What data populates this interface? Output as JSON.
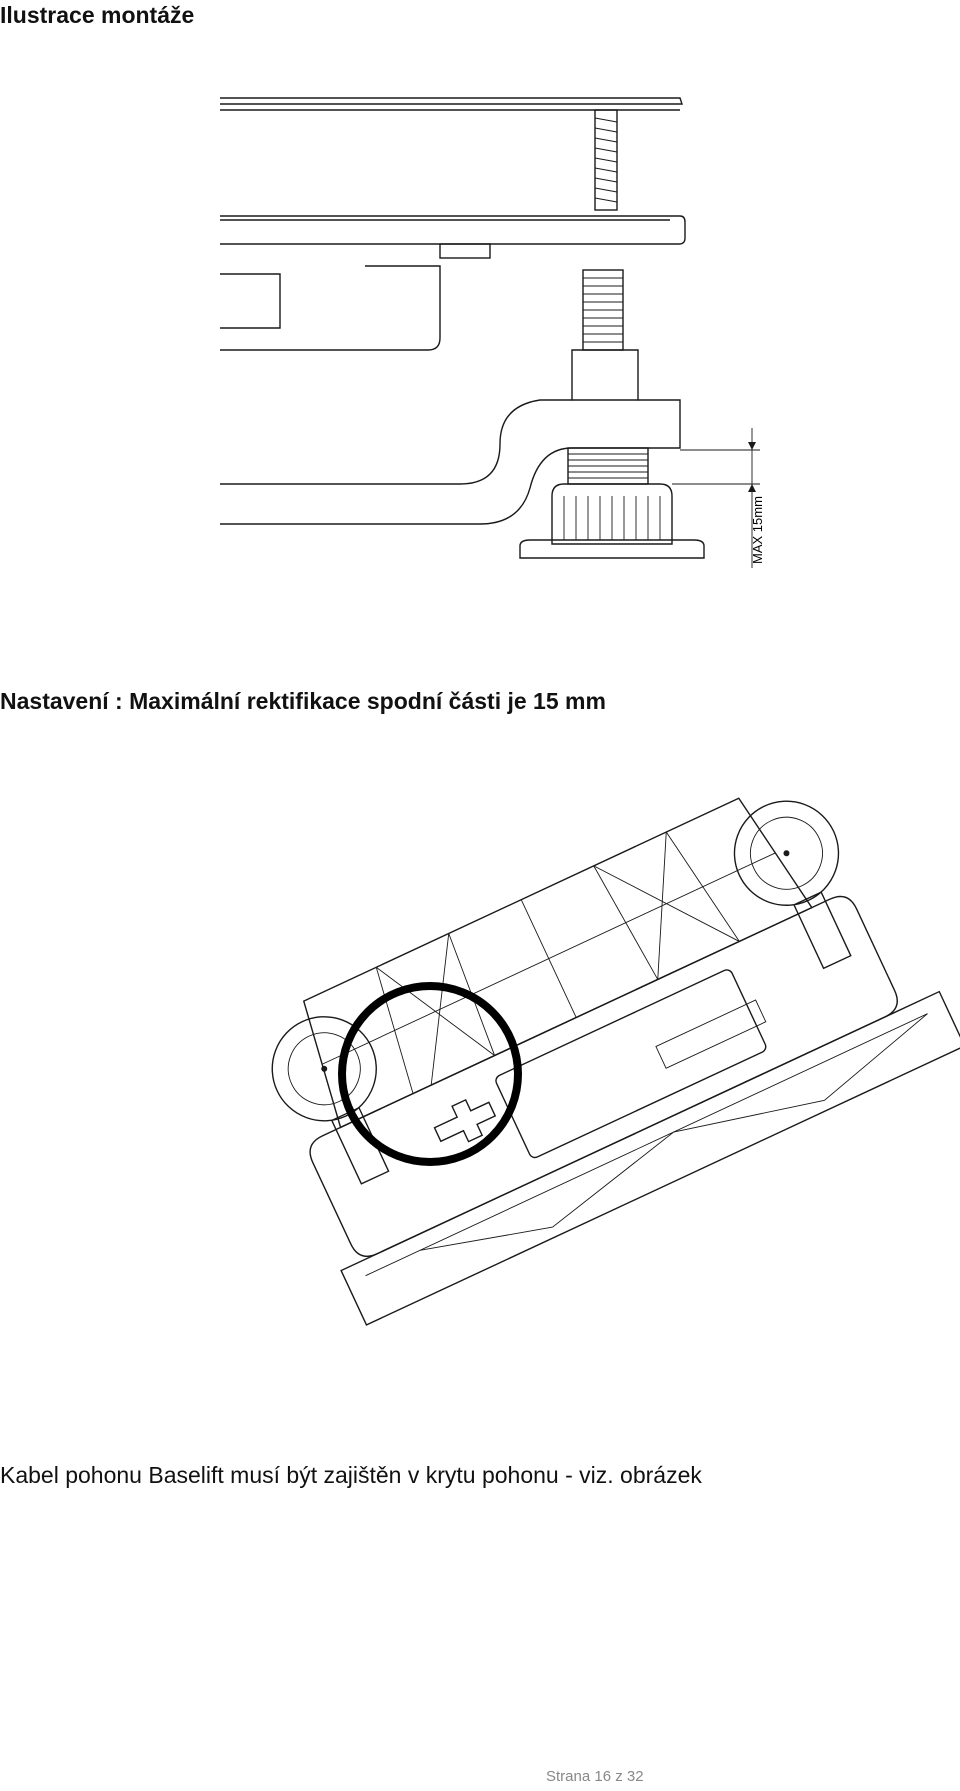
{
  "header": {
    "title": "Ilustrace montáže"
  },
  "figures": {
    "adjustment": {
      "dimension_label": "MAX 15mm"
    }
  },
  "captions": {
    "adjustment": "Nastavení : Maximální rektifikace spodní části je 15 mm",
    "cable": "Kabel pohonu Baselift musí být zajištěn v krytu pohonu - viz. obrázek"
  },
  "footer": {
    "page": "Strana 16 z 32"
  }
}
